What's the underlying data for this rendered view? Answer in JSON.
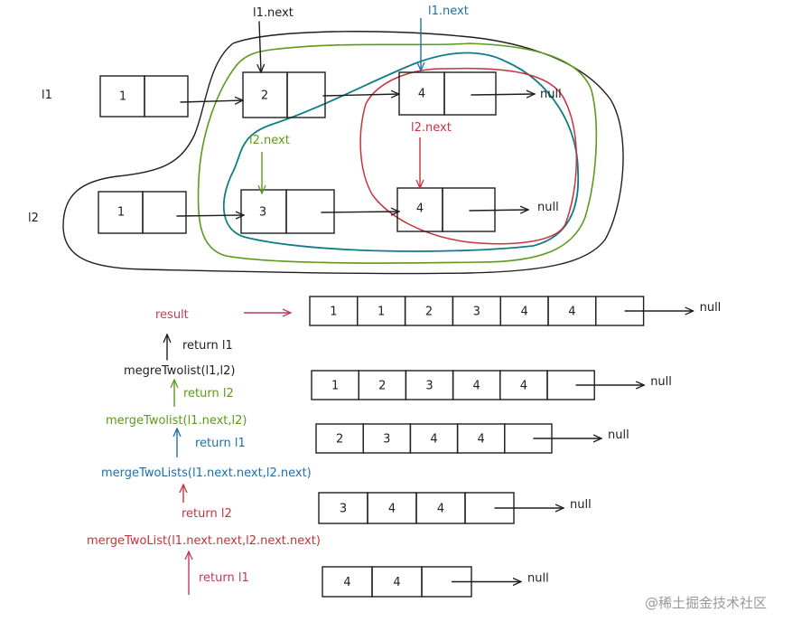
{
  "colors": {
    "black": "#1e1e1e",
    "green": "#5b9a1b",
    "blue": "#1f6fa6",
    "teal": "#0f7c86",
    "red": "#c8323c",
    "pink": "#c23a5a"
  },
  "top": {
    "l1_row_label": "l1",
    "l2_row_label": "l2",
    "l1_nodes": [
      "1",
      "2",
      "4"
    ],
    "l2_nodes": [
      "1",
      "3",
      "4"
    ],
    "null_text": "null",
    "l1_next_black": "l1.next",
    "l1_next_blue": "l1.next",
    "l2_next_green": "l2.next",
    "l2_next_red": "l2.next"
  },
  "calls": {
    "result": "result",
    "return_l1_a": "return l1",
    "call_1": "megreTwolist(l1,l2)",
    "return_l2_a": "return l2",
    "call_2": "mergeTwolist(l1.next,l2)",
    "return_l1_b": "return l1",
    "call_3": "mergeTwoLists(l1.next.next,l2.next)",
    "return_l2_b": "return l2",
    "call_4": "mergeTwoList(l1.next.next,l2.next.next)",
    "return_l1_c": "return l1"
  },
  "result_lists": [
    {
      "values": [
        "1",
        "1",
        "2",
        "3",
        "4",
        "4",
        ""
      ],
      "null_text": "null"
    },
    {
      "values": [
        "1",
        "2",
        "3",
        "4",
        "4",
        ""
      ],
      "null_text": "null"
    },
    {
      "values": [
        "2",
        "3",
        "4",
        "4",
        ""
      ],
      "null_text": "null"
    },
    {
      "values": [
        "3",
        "4",
        "4",
        ""
      ],
      "null_text": "null"
    },
    {
      "values": [
        "4",
        "4",
        ""
      ],
      "null_text": "null"
    }
  ],
  "watermark": "@稀土掘金技术社区"
}
